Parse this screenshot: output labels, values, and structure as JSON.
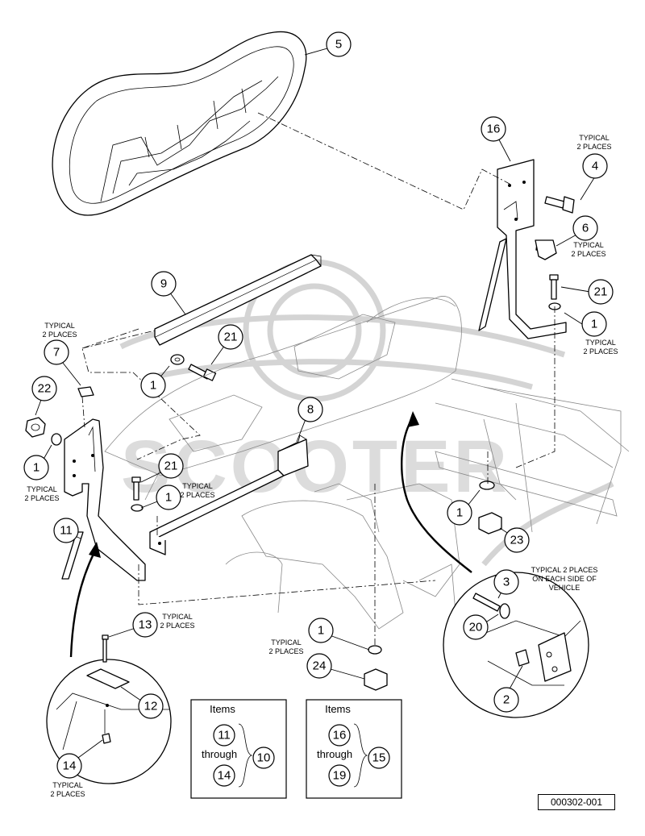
{
  "callouts": {
    "c5": "5",
    "c16": "16",
    "c4": "4",
    "c6": "6",
    "c21a": "21",
    "c1a": "1",
    "c9": "9",
    "c21b": "21",
    "c1b": "1",
    "c7": "7",
    "c22": "22",
    "c1c": "1",
    "c8": "8",
    "c21c": "21",
    "c1d": "1",
    "c11": "11",
    "c1e": "1",
    "c23": "23",
    "c3": "3",
    "c20": "20",
    "c2": "2",
    "c13": "13",
    "c1f": "1",
    "c24": "24",
    "c12": "12",
    "c14": "14"
  },
  "notes": {
    "typical_2_places": "TYPICAL 2 PLACES",
    "typical_2_places_each_side": [
      "TYPICAL 2 PLACES",
      "ON EACH SIDE OF",
      "VEHICLE"
    ]
  },
  "kit_boxes": [
    {
      "title": "Items",
      "from": "11",
      "through": "through",
      "to": "14",
      "kit": "10"
    },
    {
      "title": "Items",
      "from": "16",
      "through": "through",
      "to": "19",
      "kit": "15"
    }
  ],
  "figure_id": "000302-001",
  "watermark": {
    "text": "SCOOTER"
  }
}
